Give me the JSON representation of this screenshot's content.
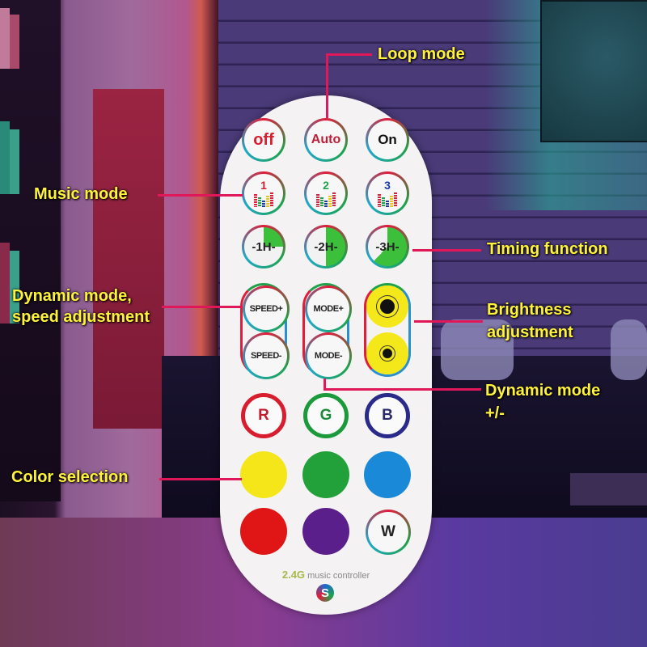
{
  "labels": {
    "loop_mode": "Loop mode",
    "music_mode": "Music mode",
    "timing_function": "Timing function",
    "dynamic_speed_line1": "Dynamic mode,",
    "dynamic_speed_line2": "speed adjustment",
    "brightness_line1": "Brightness",
    "brightness_line2": "adjustment",
    "dynamic_mode_line1": "Dynamic mode",
    "dynamic_mode_line2": "+/-",
    "color_selection": "Color selection"
  },
  "remote": {
    "row1": [
      {
        "label": "off",
        "color": "#d81e2e"
      },
      {
        "label": "Auto",
        "color": "#c01e38"
      },
      {
        "label": "On",
        "color": "#111111"
      }
    ],
    "music": [
      {
        "num": "1",
        "num_color": "#d81e2e"
      },
      {
        "num": "2",
        "num_color": "#1fa24a"
      },
      {
        "num": "3",
        "num_color": "#1a3aa8"
      }
    ],
    "timers": [
      "-1H-",
      "-2H-",
      "-3H-"
    ],
    "speed": {
      "up": "SPEED+",
      "down": "SPEED-"
    },
    "mode": {
      "up": "MODE+",
      "down": "MODE-"
    },
    "brightness": {
      "up": "brightness-up",
      "down": "brightness-down"
    },
    "rgb": [
      {
        "label": "R",
        "color": "#d81e2e"
      },
      {
        "label": "G",
        "color": "#1a9a3a"
      },
      {
        "label": "B",
        "color": "#2a2a8a"
      }
    ],
    "colors": [
      "#f5e61a",
      "#22a03a",
      "#1a8ad8",
      "#e01616",
      "#5a1f8a"
    ],
    "white": {
      "label": "W"
    },
    "brand_strong": "2.4G",
    "brand_rest": "music controller",
    "logo": "S"
  },
  "accent": "#e0185a",
  "label_color": "#fff23a"
}
